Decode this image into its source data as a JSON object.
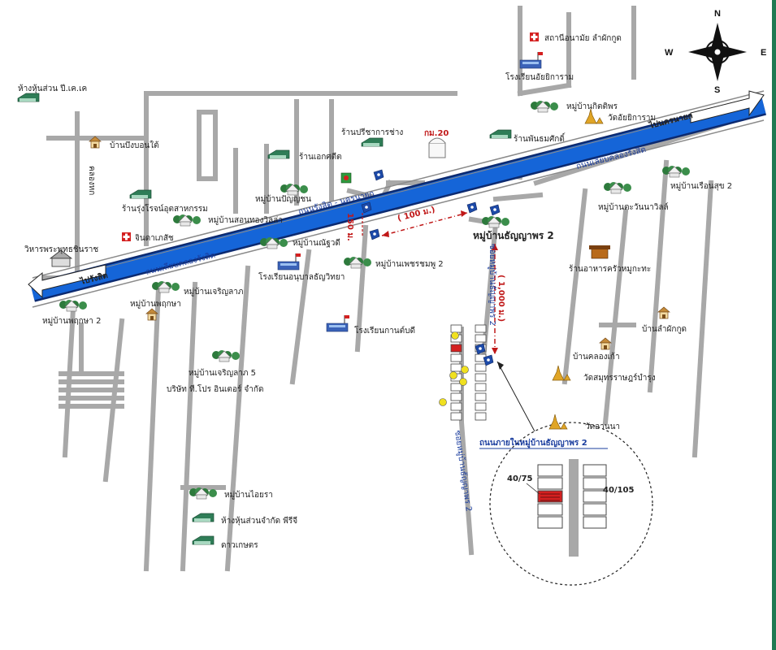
{
  "compass": {
    "n": "N",
    "s": "S",
    "e": "E",
    "w": "W"
  },
  "highway": {
    "name_top": "ถนนรังสิต - นครนายก",
    "name_bottom": "ถนนเลียบคลองรังสิต",
    "name_top_right": "ถนนเลียบคลองรังสิต",
    "dir_left": "ไปรังสิต",
    "dir_right": "ไปนครนายก"
  },
  "distances": {
    "d100": "( 100 ม.)",
    "d150": "150 ม.",
    "d1000": "( 1,000 ม.)"
  },
  "km_marker": "กม.20",
  "roads": {
    "khlong_hok": "คลองหก",
    "soi_a": "ซอยหมู่บ้านธัญญาพร 2",
    "soi_b": "ซอยหมู่บ้านธัญญาพร 2",
    "inset_road": "ถนนภายในหมู่บ้านธัญญาพร 2"
  },
  "target": {
    "name": "หมู่บ้านธัญญาพร 2"
  },
  "inset": {
    "left_plot": "40/75",
    "right_plot": "40/105"
  },
  "places": [
    "สถานีอนามัย ลำผักกูด",
    "โรงเรียนอัยยิการาม",
    "ห้างหุ้นส่วน ปี.เค.เค",
    "บ้านบึงบอนใต้",
    "ร้านปรีชาการช่าง",
    "ร้านเอกศตีต",
    "หมู่บ้านกิตติพร",
    "วัดอัยยิการาม",
    "ร้านพันธมศักดิ์",
    "หมู่บ้านปัญญชน",
    "ร้านรุ่งโรจน์อุตสาหกรรม",
    "หมู่บ้านสอนทองวิลล่า",
    "จินดาเภสัช",
    "หมู่บ้านณัฐวดี",
    "วิหารพระพุทธชินราช",
    "โรงเรียนอนุบาลธัญวิทยา",
    "หมู่บ้านเพชรชมพู 2",
    "หมู่บ้านเจริญลาภ",
    "หมู่บ้านพฤกษา",
    "หมู่บ้านพฤกษา 2",
    "หมู่บ้านเรือนสุข 2",
    "หมู่บ้านตะวันนาวิลล์",
    "ร้านอาหารครัวหมูกะทะ",
    "บ้านลำผักกูด",
    "บ้านคลองเก้า",
    "วัดสมุทรราษฎร์บำรุง",
    "วัดอานนา",
    "โรงเรียนกานต์บดี",
    "หมู่บ้านเจริญลาภ 5",
    "บริษัท ที.โปร อินเตอร์ จำกัด",
    "หมู่บ้านไอยรา",
    "ห้างหุ้นส่วนจำกัด พีรีจี",
    "ดาวเกษตร"
  ],
  "colors": {
    "road_blue": "#1565d8",
    "accent_red": "#d42020",
    "house_green": "#2e7d4f"
  }
}
